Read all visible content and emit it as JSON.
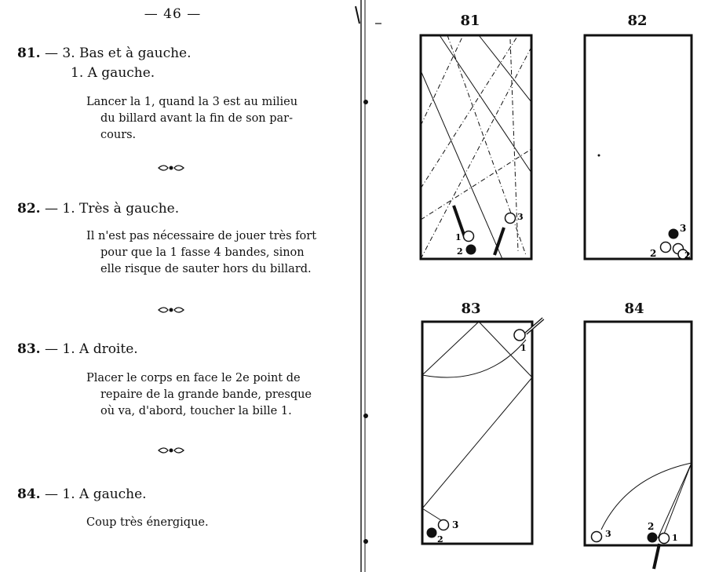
{
  "page_number": "— 46 —",
  "entries": [
    {
      "number": "81.",
      "head": " — 3. Bas et à gauche.",
      "sub": "1. A gauche.",
      "body": [
        "Lancer la 1, quand la 3 est au milieu",
        "du billard avant la fin de son par-",
        "cours."
      ]
    },
    {
      "number": "82.",
      "head": " — 1. Très à gauche.",
      "sub": "",
      "body": [
        "Il n'est pas nécessaire de jouer très fort",
        "pour que la 1 fasse 4 bandes, sinon",
        "elle risque de sauter hors du billard."
      ]
    },
    {
      "number": "83.",
      "head": " — 1. A droite.",
      "sub": "",
      "body": [
        "Placer le corps en face le 2e point de",
        "repaire de la grande bande, presque",
        "où va, d'abord, toucher la bille 1."
      ]
    },
    {
      "number": "84.",
      "head": " — 1. A gauche.",
      "sub": "",
      "body": [
        "Coup très énergique."
      ]
    }
  ],
  "diagrams": [
    {
      "label": "81",
      "balls": {
        "b1": "1",
        "b2": "2",
        "b3": "3"
      }
    },
    {
      "label": "82",
      "balls": {
        "b1": "2",
        "b2": "3",
        "b3": "2"
      }
    },
    {
      "label": "83",
      "balls": {
        "b1": "1",
        "b2": "3",
        "b3": "2"
      }
    },
    {
      "label": "84",
      "balls": {
        "b1": "3",
        "b2": "2",
        "b3": "1"
      }
    }
  ]
}
